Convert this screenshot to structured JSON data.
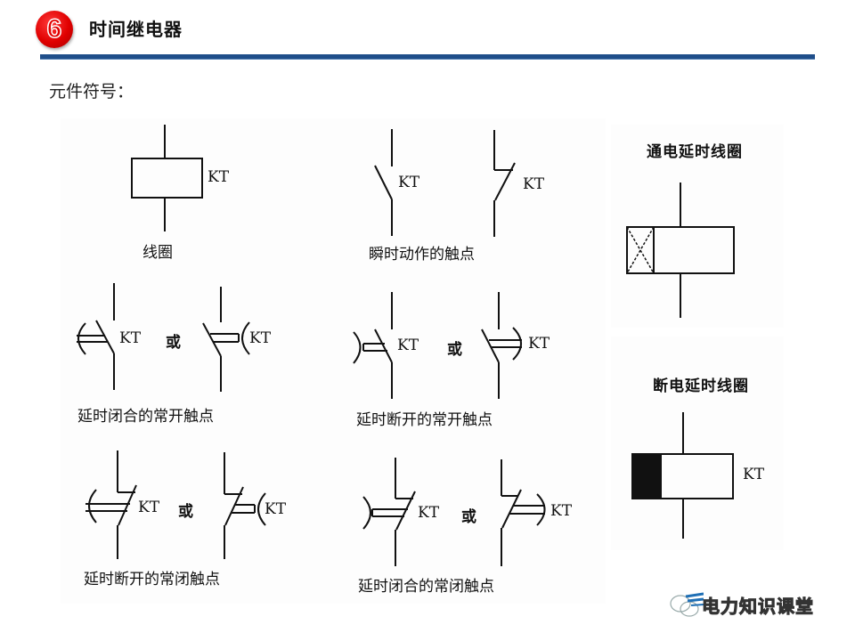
{
  "header": {
    "section_number": "6",
    "title": "时间继电器",
    "accent_color": "#1f4e8a",
    "badge_color": "#e00000"
  },
  "subtitle": "元件符号：",
  "symbols": {
    "coil": {
      "tag": "KT",
      "caption": "线圈"
    },
    "instant_contacts": {
      "tags": [
        "KT",
        "KT"
      ],
      "caption": "瞬时动作的触点"
    },
    "delay_close_no": {
      "tags": [
        "KT",
        "KT"
      ],
      "or": "或",
      "caption": "延时闭合的常开触点"
    },
    "delay_open_no": {
      "tags": [
        "KT",
        "KT"
      ],
      "or": "或",
      "caption": "延时断开的常开触点"
    },
    "delay_open_nc": {
      "tags": [
        "KT",
        "KT"
      ],
      "or": "或",
      "caption": "延时断开的常闭触点"
    },
    "delay_close_nc": {
      "tags": [
        "KT",
        "KT"
      ],
      "or": "或",
      "caption": "延时闭合的常闭触点"
    },
    "on_delay_coil": {
      "caption": "通电延时线圈"
    },
    "off_delay_coil": {
      "tag": "KT",
      "caption": "断电延时线圈"
    }
  },
  "watermark": {
    "text": "电力知识课堂",
    "icon": "wechat-chat-icon"
  }
}
